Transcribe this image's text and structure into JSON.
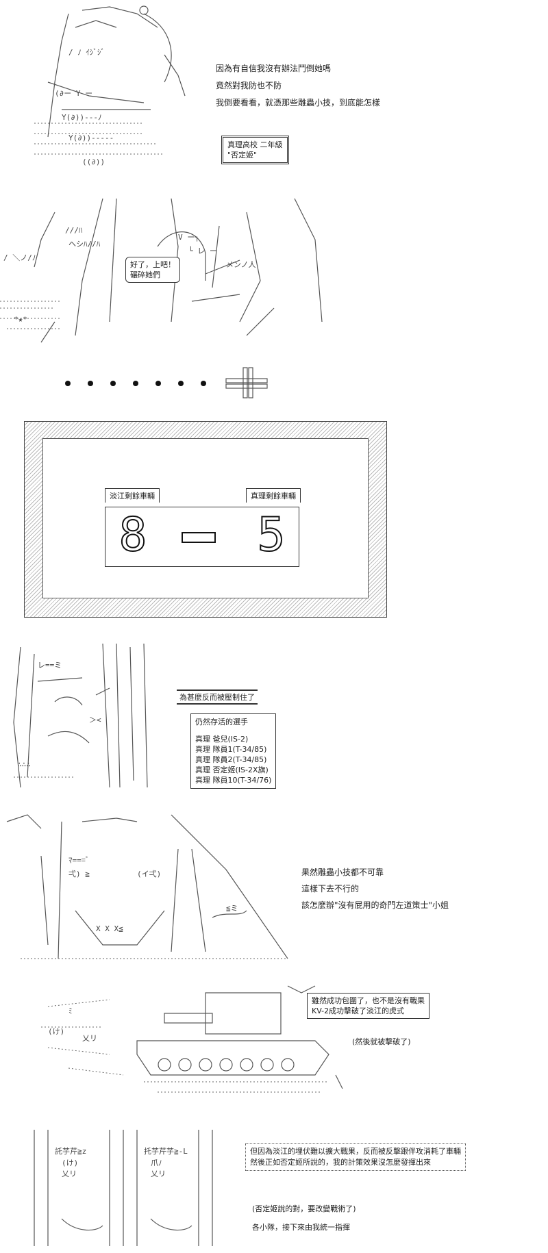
{
  "panel1": {
    "narration": [
      "因為有自信我沒有辦法鬥倒她嗎",
      "竟然對我防也不防",
      "我倒要看看，就憑那些雕蟲小技，到底能怎樣"
    ],
    "caption_lines": [
      "真理高校 二年級",
      "\"否定姬\""
    ]
  },
  "panel2": {
    "speech": [
      "好了，上吧！",
      "碾碎她們"
    ]
  },
  "panel3": {
    "dots_count": 7
  },
  "panel4": {
    "left_label": "淡江剩餘車輛",
    "right_label": "真理剩餘車輛",
    "left_score": "8",
    "dash": "－",
    "right_score": "5"
  },
  "panel5": {
    "shout": "為甚麼反而被壓制住了",
    "survivors_title": "仍然存活的選手",
    "survivors": [
      "真理 爸兒(IS-2)",
      "真理 隊員1(T-34/85)",
      "真理 隊員2(T-34/85)",
      "真理 否定姬(IS-2X旗)",
      "真理 隊員10(T-34/76)"
    ]
  },
  "panel6": {
    "narration": [
      "果然雕蟲小技都不可靠",
      "這樣下去不行的",
      "該怎麼辦\"沒有屁用的奇門左道策士\"小姐"
    ]
  },
  "panel7": {
    "box_lines": [
      "雖然成功包圍了，也不是沒有戰果",
      "KV-2成功擊破了淡江的虎式"
    ],
    "aside": "(然後就被擊破了)"
  },
  "panel8": {
    "box_lines": [
      "但因為淡江的埋伏難以擴大戰果，反而被反擊跟伴攻消耗了車輛",
      "然後正如否定姬所說的，我的計策效果沒怎麼發揮出來"
    ],
    "aside": "(否定姬說的對，要改變戰術了)",
    "last_line": "各小隊，接下來由我統一指揮"
  },
  "colors": {
    "ink": "#222222",
    "art": "#555555",
    "background": "#ffffff"
  }
}
